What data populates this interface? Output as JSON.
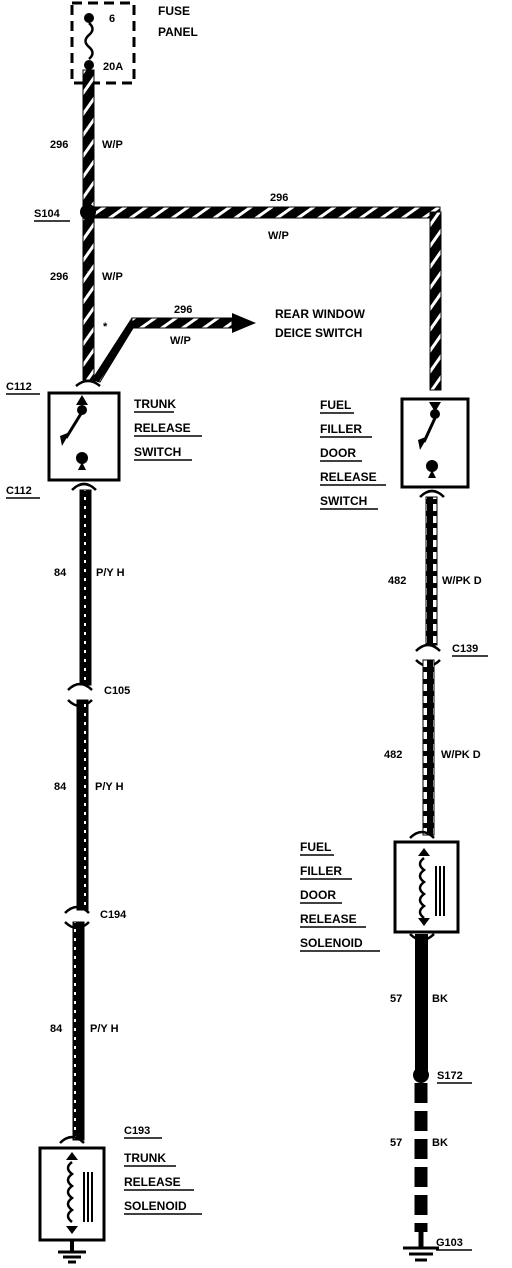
{
  "fuse_panel": {
    "label_line1": "FUSE",
    "label_line2": "PANEL",
    "fuse_number": "6",
    "fuse_rating": "20A"
  },
  "wires": {
    "w296_top": {
      "circuit": "296",
      "color": "W/P"
    },
    "w296_right": {
      "circuit": "296",
      "color": "W/P"
    },
    "w296_mid": {
      "circuit": "296",
      "color": "W/P"
    },
    "w296_branch": {
      "circuit": "296",
      "color": "W/P"
    },
    "w84_a": {
      "circuit": "84",
      "color": "P/Y H"
    },
    "w84_b": {
      "circuit": "84",
      "color": "P/Y H"
    },
    "w84_c": {
      "circuit": "84",
      "color": "P/Y H"
    },
    "w482_a": {
      "circuit": "482",
      "color": "W/PK D"
    },
    "w482_b": {
      "circuit": "482",
      "color": "W/PK D"
    },
    "w57_a": {
      "circuit": "57",
      "color": "BK"
    },
    "w57_b": {
      "circuit": "57",
      "color": "BK"
    }
  },
  "splices": {
    "s104": "S104",
    "s172": "S172"
  },
  "connectors": {
    "c112_top": "C112",
    "c112_bottom": "C112",
    "c105": "C105",
    "c194": "C194",
    "c193": "C193",
    "c139": "C139"
  },
  "ground": {
    "g103": "G103"
  },
  "rear_window": {
    "line1": "REAR WINDOW",
    "line2": "DEICE SWITCH"
  },
  "trunk_switch": {
    "line1": "TRUNK",
    "line2": "RELEASE",
    "line3": "SWITCH"
  },
  "fuel_switch": {
    "line1": "FUEL",
    "line2": "FILLER",
    "line3": "DOOR",
    "line4": "RELEASE",
    "line5": "SWITCH"
  },
  "fuel_solenoid": {
    "line1": "FUEL",
    "line2": "FILLER",
    "line3": "DOOR",
    "line4": "RELEASE",
    "line5": "SOLENOID"
  },
  "trunk_solenoid": {
    "line1": "TRUNK",
    "line2": "RELEASE",
    "line3": "SOLENOID"
  },
  "colors": {
    "ink": "#000000",
    "paper": "#ffffff"
  }
}
